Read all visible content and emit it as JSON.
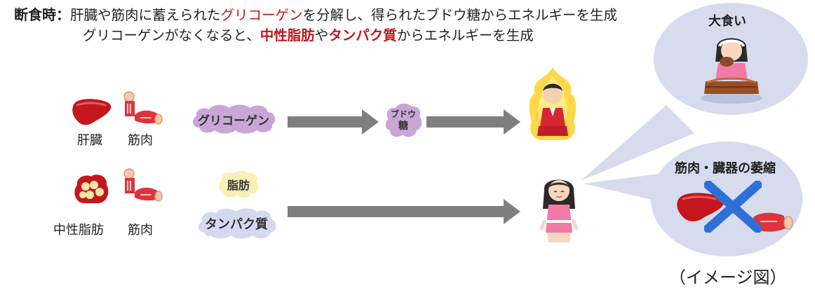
{
  "header": {
    "line1_label": "断食時",
    "line1_colon": "：",
    "line1_part1": "肝臓や筋肉に蓄えられた",
    "line1_glycogen": "グリコーゲン",
    "line1_part2": "を分解し、得られたブドウ糖からエネルギーを生成",
    "line2_part1": "グリコーゲンがなくなると、",
    "line2_fat": "中性脂肪",
    "line2_ya": "や",
    "line2_protein": "タンパク質",
    "line2_part2": "からエネルギーを生成"
  },
  "row1": {
    "liver_label": "肝臓",
    "muscle_label": "筋肉",
    "glycogen": "グリコーゲン",
    "glucose_top": "ブドウ",
    "glucose_bottom": "糖"
  },
  "row2": {
    "fat_label": "中性脂肪",
    "muscle_label": "筋肉",
    "fat": "脂肪",
    "protein": "タンパク質"
  },
  "bubbles": {
    "top_title": "大食い",
    "bottom_title": "筋肉・臓器の萎縮"
  },
  "caption": "（イメージ図）",
  "colors": {
    "accent_red": "#c0161b",
    "bubble_fill": "#d6dbee",
    "cloud_purple": "#c9a6d6",
    "cloud_yellow": "#faefb5",
    "cloud_blue": "#d4d9f0",
    "arrow_gray": "#7f7f7f",
    "cross_blue": "#2f6fd8"
  }
}
